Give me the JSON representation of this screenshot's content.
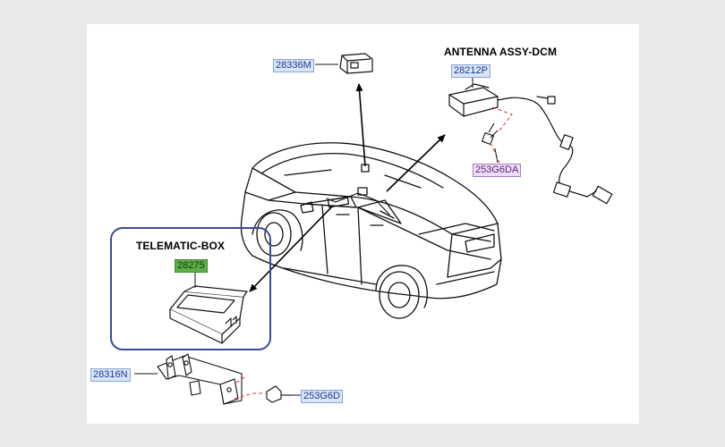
{
  "diagram": {
    "section_titles": {
      "antenna": "ANTENNA ASSY-DCM",
      "telematic": "TELEMATIC-BOX"
    },
    "parts": {
      "p28336M": "28336M",
      "p28212P": "28212P",
      "p253G6DA": "253G6DA",
      "p28275": "28275",
      "p28316N": "28316N",
      "p253G6D": "253G6D"
    },
    "colors": {
      "label_blue_bg": "#d8e4f7",
      "label_green_bg": "#5cae4a",
      "label_purple_bg": "#ecdcf5",
      "callout_border": "#3a4a9a",
      "leader_red": "#d23a3a"
    }
  }
}
